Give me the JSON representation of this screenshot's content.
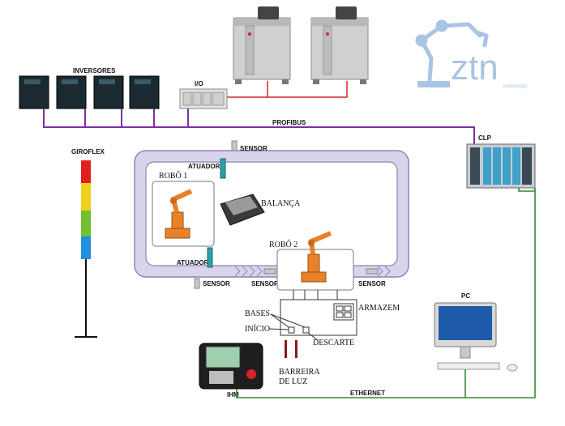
{
  "labels": {
    "inversores": "INVERSORES",
    "io": "I/O",
    "profibus": "PROFIBUS",
    "clp": "CLP",
    "giroflex": "GIROFLEX",
    "sensor_top": "SENSOR",
    "atuador_1": "ATUADOR",
    "robo_1": "ROBÔ 1",
    "balanca": "BALANÇA",
    "robo_2": "ROBÔ 2",
    "atuador_2": "ATUADOR",
    "sensor_bl": "SENSOR",
    "sensor_bm": "SENSOR",
    "sensor_br": "SENSOR",
    "armazem": "ARMAZEM",
    "bases": "BASES",
    "inicio": "INÍCIO",
    "descarte": "DESCARTE",
    "barreira_1": "BARREIRA",
    "barreira_2": "DE LUZ",
    "pc": "PC",
    "ihm": "IHM",
    "ethernet": "ETHERNET"
  },
  "logo": {
    "text": "ztn",
    "subtitle": "Automação"
  },
  "colors": {
    "profibus": "#7b2fa8",
    "power": "#d8232a",
    "ethernet": "#2e8b2e",
    "conveyor_fill": "#d9d4ec",
    "conveyor_stroke": "#8a85b8",
    "actuator": "#2aa0a8",
    "robot": "#e8822a",
    "logo": "#a9c4e4",
    "giroflex": [
      "#e02020",
      "#f0d020",
      "#70c030",
      "#2090e0"
    ]
  }
}
